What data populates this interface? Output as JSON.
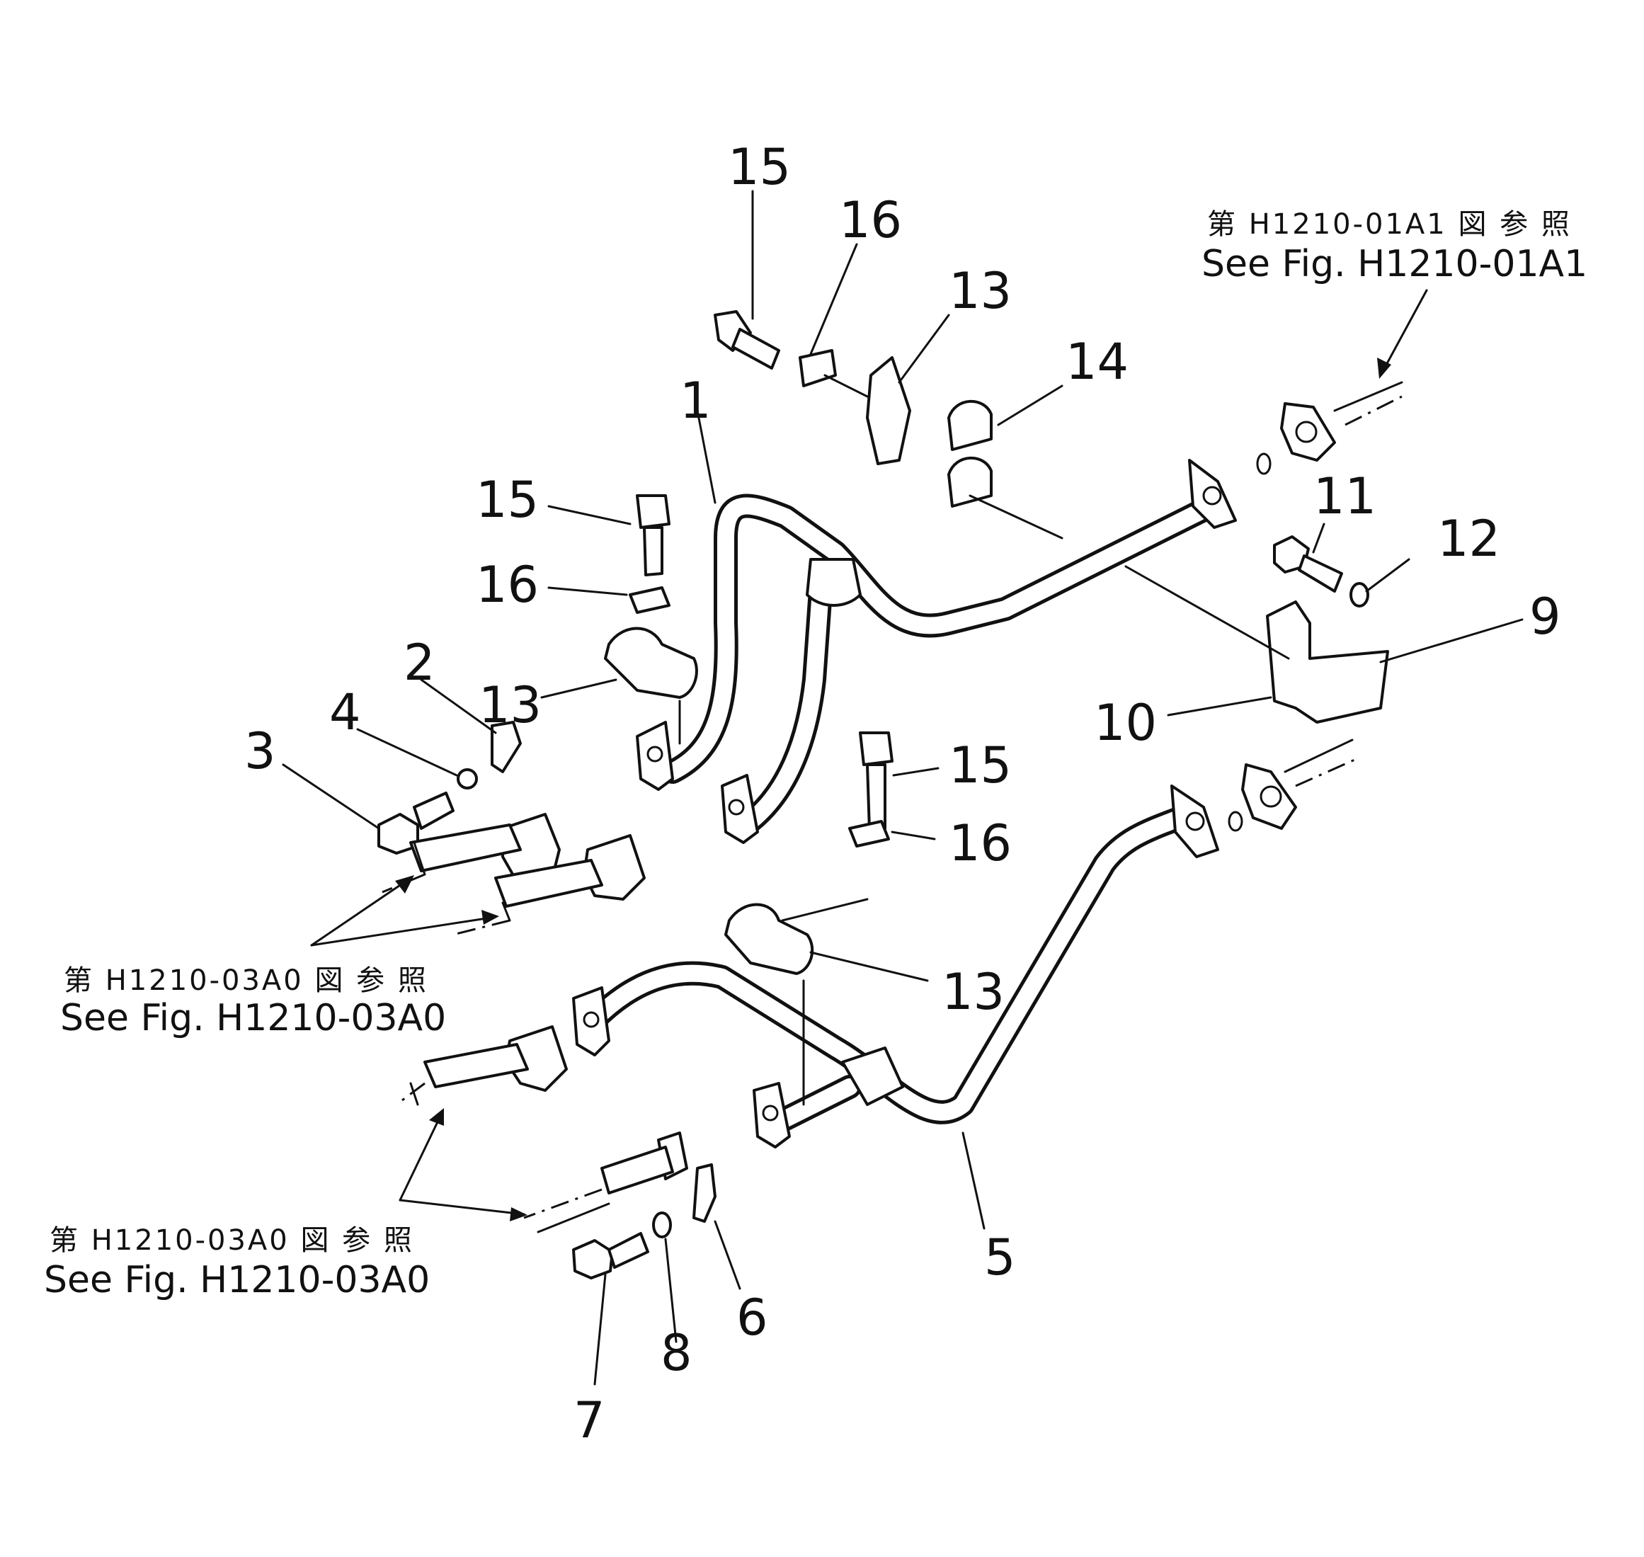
{
  "diagram": {
    "references": {
      "top_right": {
        "jp": "第 H1210-01A1 図 参 照",
        "en": "See Fig. H1210-01A1"
      },
      "middle_left": {
        "jp": "第 H1210-03A0 図 参 照",
        "en": "See Fig. H1210-03A0"
      },
      "bottom_left": {
        "jp": "第 H1210-03A0 図 参 照",
        "en": "See Fig. H1210-03A0"
      }
    },
    "part_numbers": {
      "p15_top": "15",
      "p16_top": "16",
      "p13_top": "13",
      "p14": "14",
      "p1": "1",
      "p15_mid": "15",
      "p16_mid": "16",
      "p13_mid": "13",
      "p2": "2",
      "p4": "4",
      "p3": "3",
      "p11": "11",
      "p12": "12",
      "p9": "9",
      "p10": "10",
      "p15_low": "15",
      "p16_low": "16",
      "p13_low": "13",
      "p5": "5",
      "p6": "6",
      "p8": "8",
      "p7": "7"
    }
  }
}
